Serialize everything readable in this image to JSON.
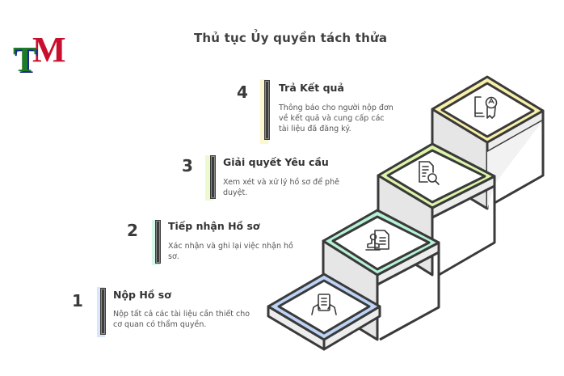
{
  "logo": {
    "letter1": "T",
    "letter2": "M",
    "colors": {
      "t": "#1f7a2a",
      "m": "#c8102e",
      "shadow": "#1a2a8a"
    }
  },
  "title": "Thủ tục Ủy quyền tách thửa",
  "steps": [
    {
      "number": "1",
      "heading": "Nộp Hồ sơ",
      "description": "Nộp tất cả các tài liệu cần thiết cho cơ quan có thẩm quyền.",
      "accent": "#bcd3f5",
      "icon": "hands-holding-document-icon"
    },
    {
      "number": "2",
      "heading": "Tiếp nhận Hồ sơ",
      "description": "Xác nhận và ghi lại việc nhận hồ sơ.",
      "accent": "#b6f2d6",
      "icon": "stamp-document-icon"
    },
    {
      "number": "3",
      "heading": "Giải quyết Yêu cầu",
      "description": "Xem xét và xử lý hồ sơ để phê duyệt.",
      "accent": "#dcf5a8",
      "icon": "document-search-icon"
    },
    {
      "number": "4",
      "heading": "Trả Kết quả",
      "description": "Thông báo cho người nộp đơn về kết quả và cung cấp các tài liệu đã đăng ký.",
      "accent": "#f8f0a8",
      "icon": "certificate-award-icon"
    }
  ]
}
